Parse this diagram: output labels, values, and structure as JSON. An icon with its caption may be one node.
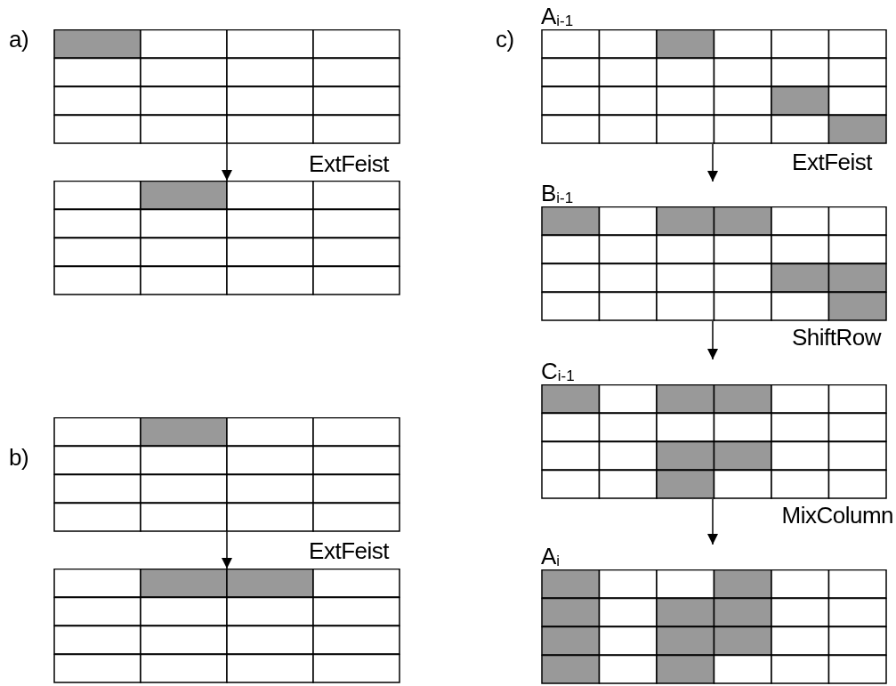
{
  "diagram": {
    "nodes": [
      {
        "text": [],
        "shape": "box"
      },
      {
        "text": [],
        "shape": "box"
      },
      {
        "text": [],
        "shape": "box"
      },
      {
        "text": [],
        "shape": "box"
      },
      {
        "text": [
          "A$_{i-1}$"
        ]
      },
      {
        "text": [
          "B$_{i-1}$"
        ]
      },
      {
        "text": [
          "C$_{i-1}$"
        ]
      },
      {
        "text": [
          "A$_{i}$"
        ]
      }
    ],
    "edges": [
      {
        "from": 0,
        "to": 1,
        "arrow": "to",
        "label": "ExtFeist"
      },
      {
        "from": 2,
        "to": 3,
        "arrow": "to",
        "label": "ExtFeist"
      },
      {
        "from": 4,
        "to": 5,
        "arrow": "to",
        "label": "ExtFeist"
      },
      {
        "from": 5,
        "to": 6,
        "arrow": "to",
        "label": "ShiftRow"
      },
      {
        "from": 6,
        "to": 7,
        "arrow": "to",
        "label": "MixColumn"
      }
    ],
    "labels": [
      "a)",
      "c)",
      "b)"
    ]
  }
}
